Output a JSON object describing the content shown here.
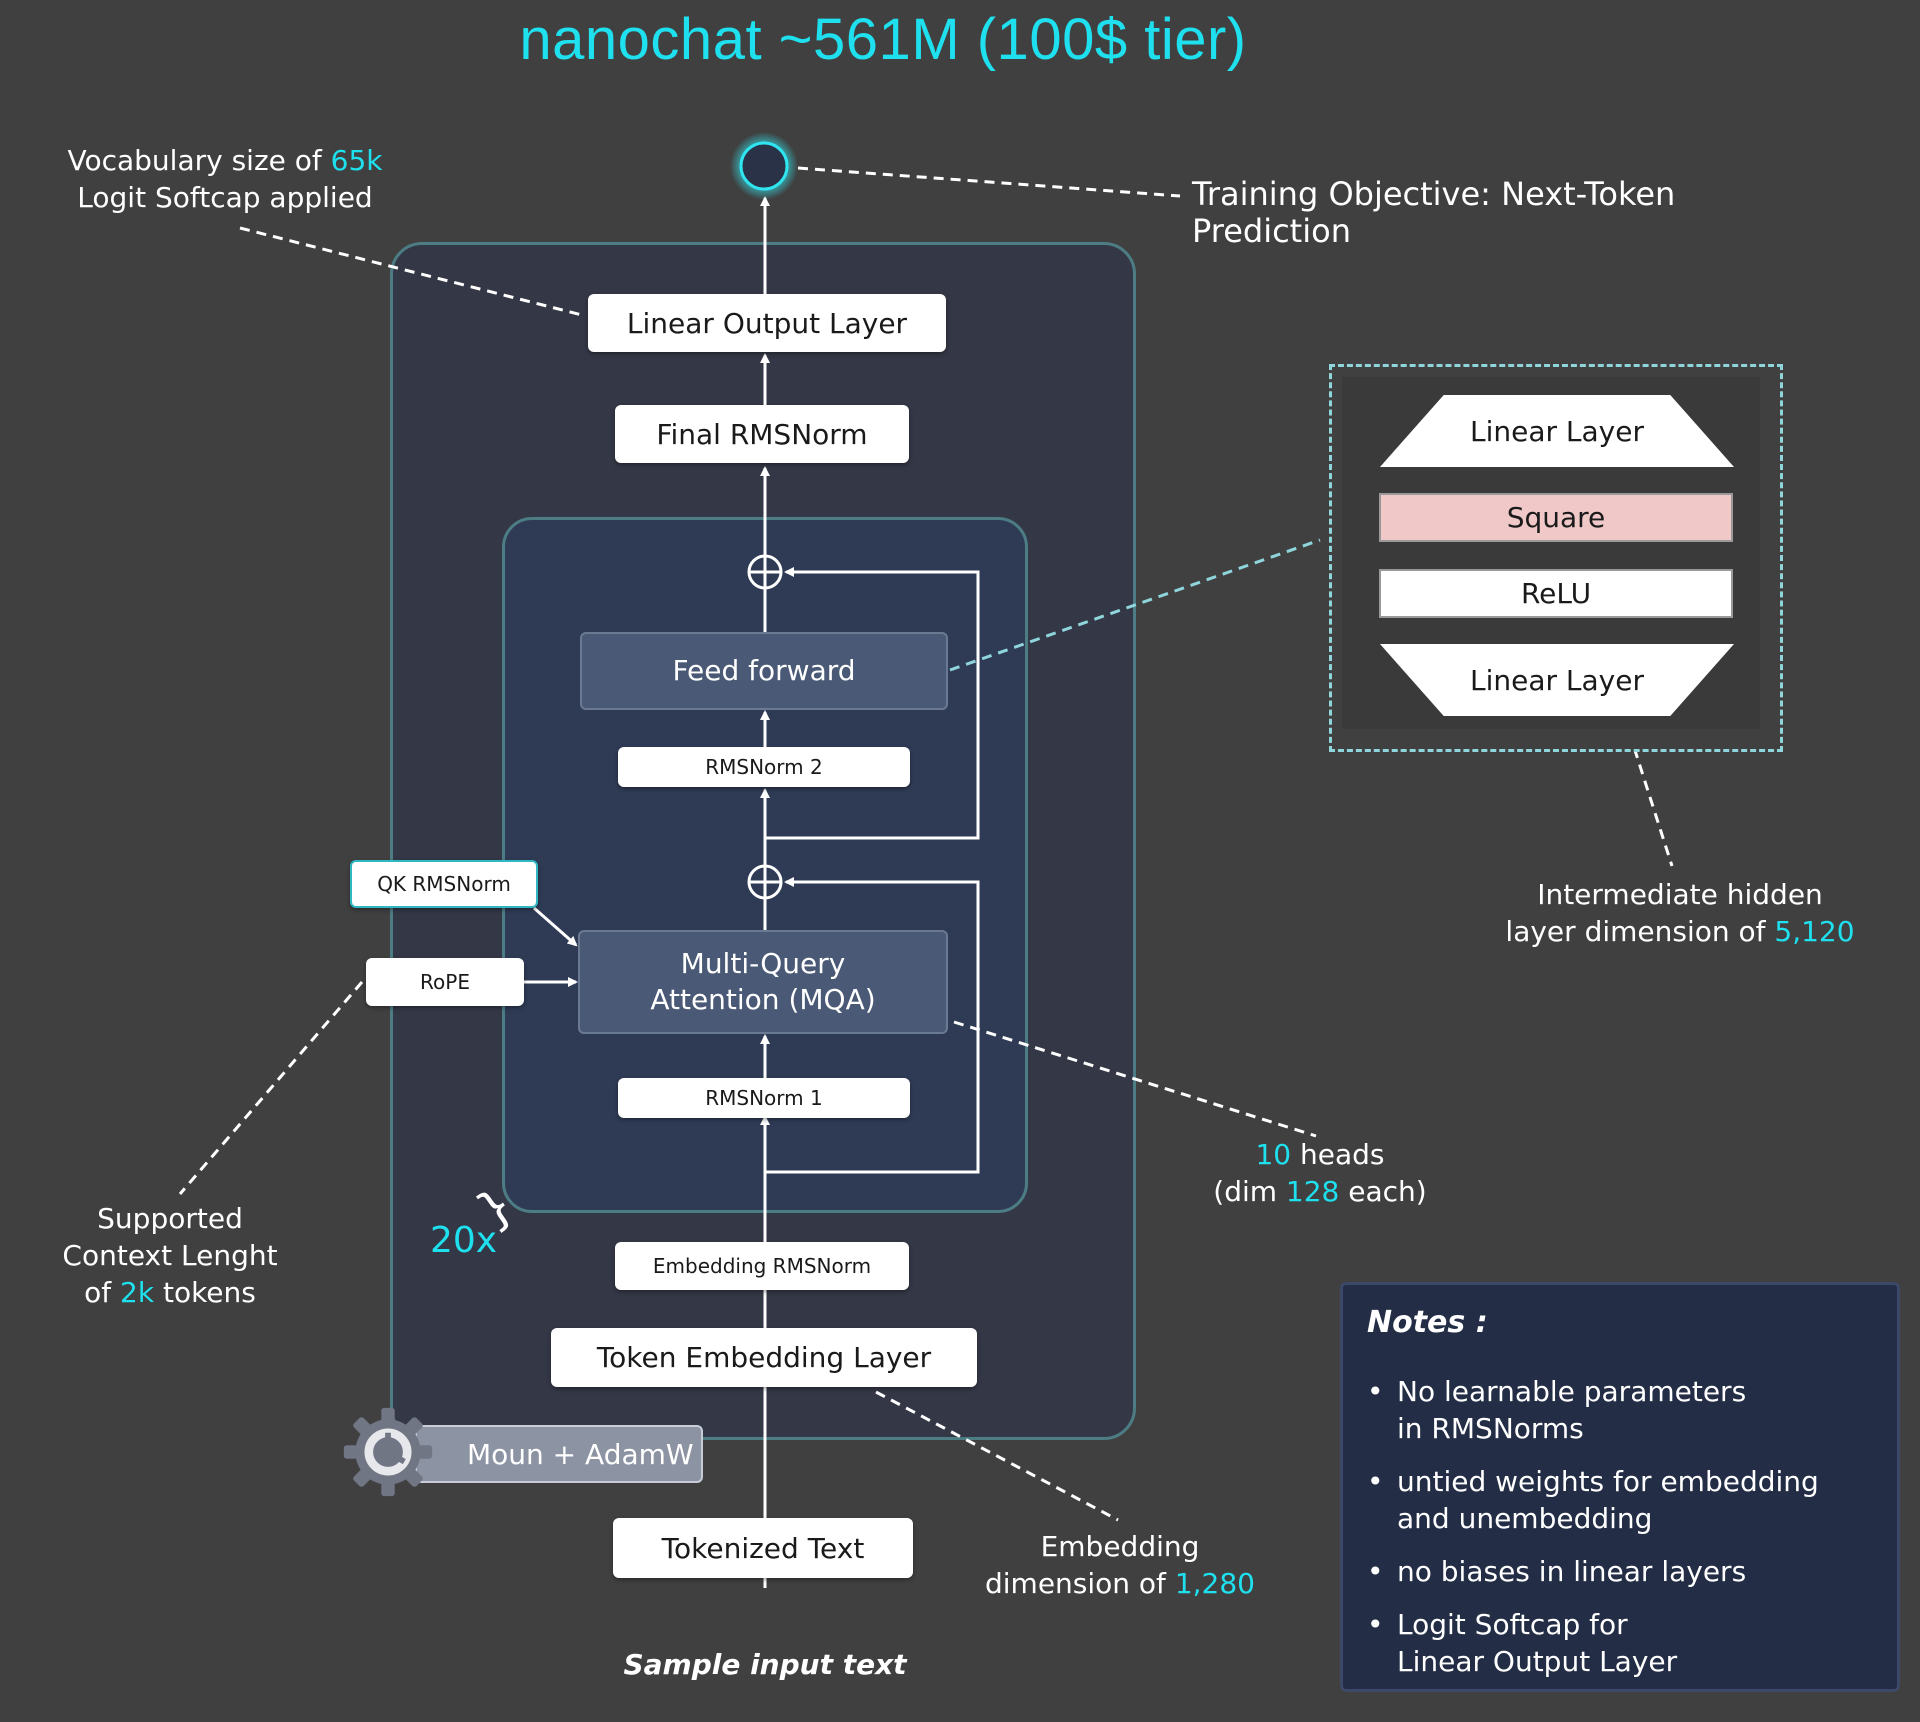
{
  "title": "nanochat ~561M (100$ tier)",
  "top_left_note": {
    "line1_prefix": "Vocabulary size of ",
    "line1_value": "65k",
    "line2": "Logit Softcap applied"
  },
  "objective_note": "Training Objective: Next-Token Prediction",
  "blocks": {
    "linear_output": "Linear Output Layer",
    "final_rmsnorm": "Final RMSNorm",
    "feed_forward": "Feed forward",
    "rmsnorm2": "RMSNorm 2",
    "mqa_line1": "Multi-Query",
    "mqa_line2": "Attention (MQA)",
    "rmsnorm1": "RMSNorm 1",
    "embedding_rmsnorm": "Embedding RMSNorm",
    "token_embedding": "Token Embedding Layer",
    "tokenized_text": "Tokenized Text",
    "qk_rmsnorm": "QK RMSNorm",
    "rope": "RoPE"
  },
  "repeat_label": "20x",
  "optimizer": "Moun + AdamW",
  "sample_input": "Sample input text",
  "ffn_detail": {
    "top": "Linear Layer",
    "square": "Square",
    "relu": "ReLU",
    "bottom": "Linear Layer"
  },
  "hidden_note": {
    "line1": "Intermediate hidden",
    "line2_prefix": "layer dimension of ",
    "line2_value": "5,120"
  },
  "heads_note": {
    "line1_value": "10",
    "line1_suffix": " heads",
    "line2_prefix": "(dim ",
    "line2_value": "128",
    "line2_suffix": " each)"
  },
  "context_note": {
    "line1": "Supported",
    "line2": "Context Lenght",
    "line3_prefix": "of ",
    "line3_value": "2k",
    "line3_suffix": " tokens"
  },
  "embedding_note": {
    "line1": "Embedding",
    "line2_prefix": "dimension of ",
    "line2_value": "1,280"
  },
  "notes": {
    "title": "Notes :",
    "items": [
      {
        "l1": "No learnable parameters",
        "l2": "in RMSNorms"
      },
      {
        "l1": "untied weights for embedding",
        "l2": "and unembedding"
      },
      {
        "l1": "no biases in linear layers",
        "l2": ""
      },
      {
        "l1": "Logit Softcap for",
        "l2": "Linear Output Layer"
      }
    ],
    "bullet": "•"
  },
  "colors": {
    "background": "#404040",
    "accent": "#1ee0ee",
    "outer_panel": "#343746",
    "inner_panel": "#2f3b55",
    "border": "#4c7c84",
    "square_fill": "#f0c8c8"
  }
}
